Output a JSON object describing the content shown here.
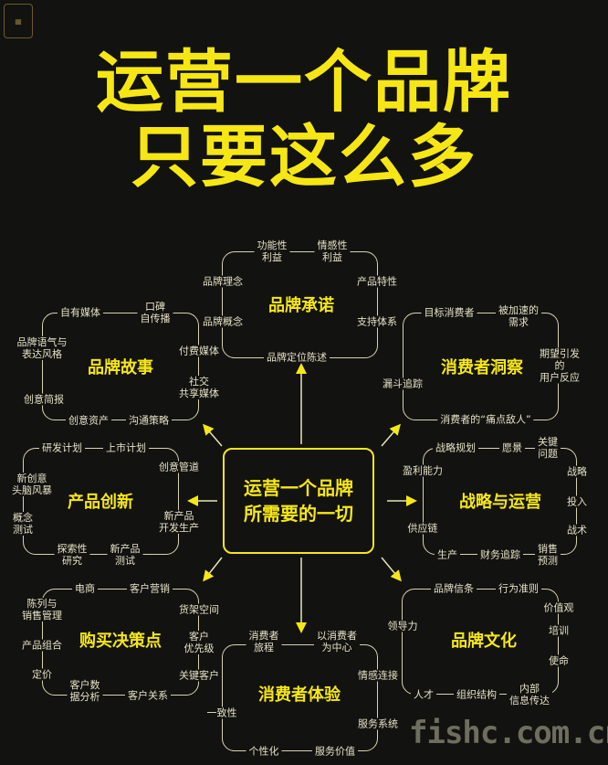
{
  "title": {
    "line1": "运营一个品牌",
    "line2": "只要这么多"
  },
  "center": "运营一个品牌\n所需要的一切",
  "watermark": "fishc.com.cn",
  "brand_promise": {
    "title": "品牌承诺",
    "items": [
      "功能性\n利益",
      "情感性\n利益",
      "品牌理念",
      "产品特性",
      "品牌概念",
      "支持体系",
      "品牌定位陈述"
    ]
  },
  "brand_story": {
    "title": "品牌故事",
    "items": [
      "自有媒体",
      "口碑\n自传播",
      "品牌语气与\n表达风格",
      "付费媒体",
      "创意简报",
      "社交\n共享媒体",
      "创意资产",
      "沟通策略"
    ]
  },
  "consumer_insight": {
    "title": "消费者洞察",
    "items": [
      "目标消费者",
      "被加速的\n需求",
      "期望引发的\n用户反应",
      "漏斗追踪",
      "消费者的“痛点敌人”"
    ]
  },
  "product_innovation": {
    "title": "产品创新",
    "items": [
      "研发计划",
      "上市计划",
      "新创意\n头脑风暴",
      "创意管道",
      "概念\n测试",
      "新产品\n开发生产",
      "探索性\n研究",
      "新产品\n测试"
    ]
  },
  "strategy_ops": {
    "title": "战略与运营",
    "items": [
      "战略规划",
      "愿景",
      "关键\n问题",
      "盈利能力",
      "战略",
      "投入",
      "战术",
      "供应链",
      "生产",
      "财务追踪",
      "销售\n预测"
    ]
  },
  "purchase_decision": {
    "title": "购买决策点",
    "items": [
      "电商",
      "客户营销",
      "陈列与\n销售管理",
      "货架空间",
      "产品组合",
      "客户\n优先级",
      "定价",
      "关键客户",
      "客户数\n据分析",
      "客户关系"
    ]
  },
  "consumer_experience": {
    "title": "消费者体验",
    "items": [
      "消费者\n旅程",
      "以消费者\n为中心",
      "情感连接",
      "一致性",
      "服务系统",
      "个性化",
      "服务价值"
    ]
  },
  "brand_culture": {
    "title": "品牌文化",
    "items": [
      "品牌信条",
      "行为准则",
      "领导力",
      "价值观",
      "培训",
      "使命",
      "人才",
      "组织结构",
      "内部\n信息传达"
    ]
  },
  "colors": {
    "accent": "#f6e714",
    "background": "#121210",
    "text": "#e6e2c6"
  }
}
